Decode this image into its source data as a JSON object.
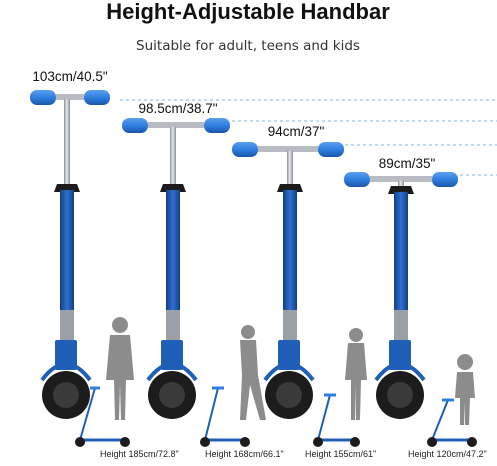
{
  "title": "Height-Adjustable Handbar",
  "subtitle": "Suitable for adult, teens and kids",
  "colors": {
    "blue": "#1f5fb8",
    "blue_dark": "#123f85",
    "grip": "#2f7fe0",
    "silver": "#c9ccd1",
    "tire": "#1c1c1c",
    "silhouette": "#8c8c8c",
    "guide": "#7fb7e6"
  },
  "scooters": [
    {
      "height_label": "103cm/40.5\"",
      "person_label": "Height 185cm/72.8\"",
      "person_icon": "adult-man-silhouette"
    },
    {
      "height_label": "98.5cm/38.7\"",
      "person_label": "Height 168cm/66.1\"",
      "person_icon": "woman-silhouette"
    },
    {
      "height_label": "94cm/37\"",
      "person_label": "Height 155cm/61\"",
      "person_icon": "teen-silhouette"
    },
    {
      "height_label": "89cm/35\"",
      "person_label": "Height 120cm/47.2\"",
      "person_icon": "kid-silhouette"
    }
  ]
}
